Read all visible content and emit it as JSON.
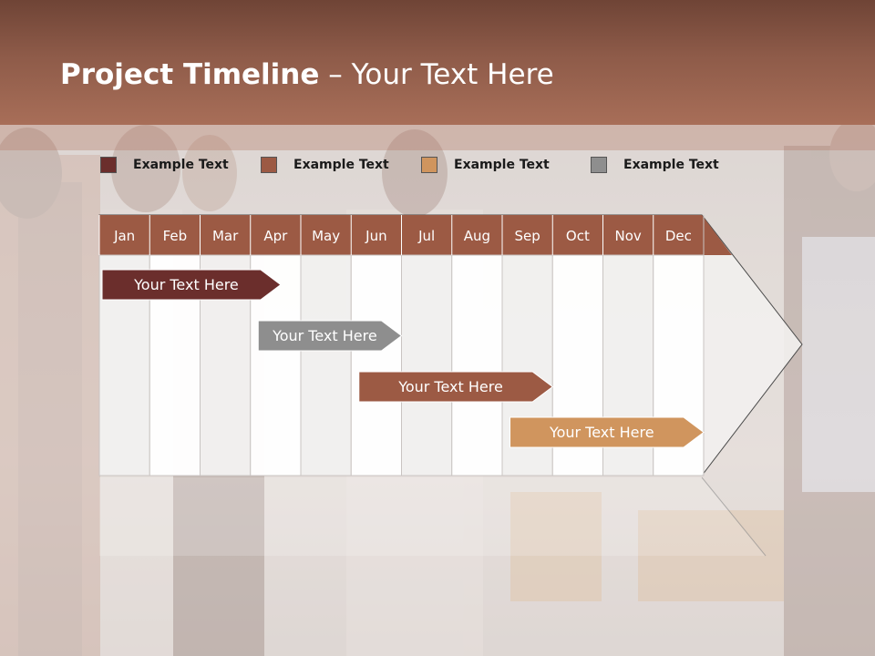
{
  "slide": {
    "title_bold": "Project Timeline",
    "title_rest": " – Your Text Here"
  },
  "legend": [
    {
      "label": "Example Text",
      "color": "#6b2e2c"
    },
    {
      "label": "Example Text",
      "color": "#9c5a44"
    },
    {
      "label": "Example Text",
      "color": "#d0955e"
    },
    {
      "label": "Example Text",
      "color": "#8e8e8e"
    }
  ],
  "timeline": {
    "months": [
      "Jan",
      "Feb",
      "Mar",
      "Apr",
      "May",
      "Jun",
      "Jul",
      "Aug",
      "Sep",
      "Oct",
      "Nov",
      "Dec"
    ],
    "header_color": "#9c5a44",
    "tasks": [
      {
        "label": "Your  Text Here",
        "start_month": 1,
        "end_month": 4.6,
        "color": "#6b2e2c"
      },
      {
        "label": "Your  Text Here",
        "start_month": 4.1,
        "end_month": 7.0,
        "color": "#8e8e8e"
      },
      {
        "label": "Your  Text Here",
        "start_month": 6.1,
        "end_month": 10.0,
        "color": "#9c5a44"
      },
      {
        "label": "Your  Text Here",
        "start_month": 9.1,
        "end_month": 13.0,
        "color": "#d0955e"
      }
    ]
  }
}
